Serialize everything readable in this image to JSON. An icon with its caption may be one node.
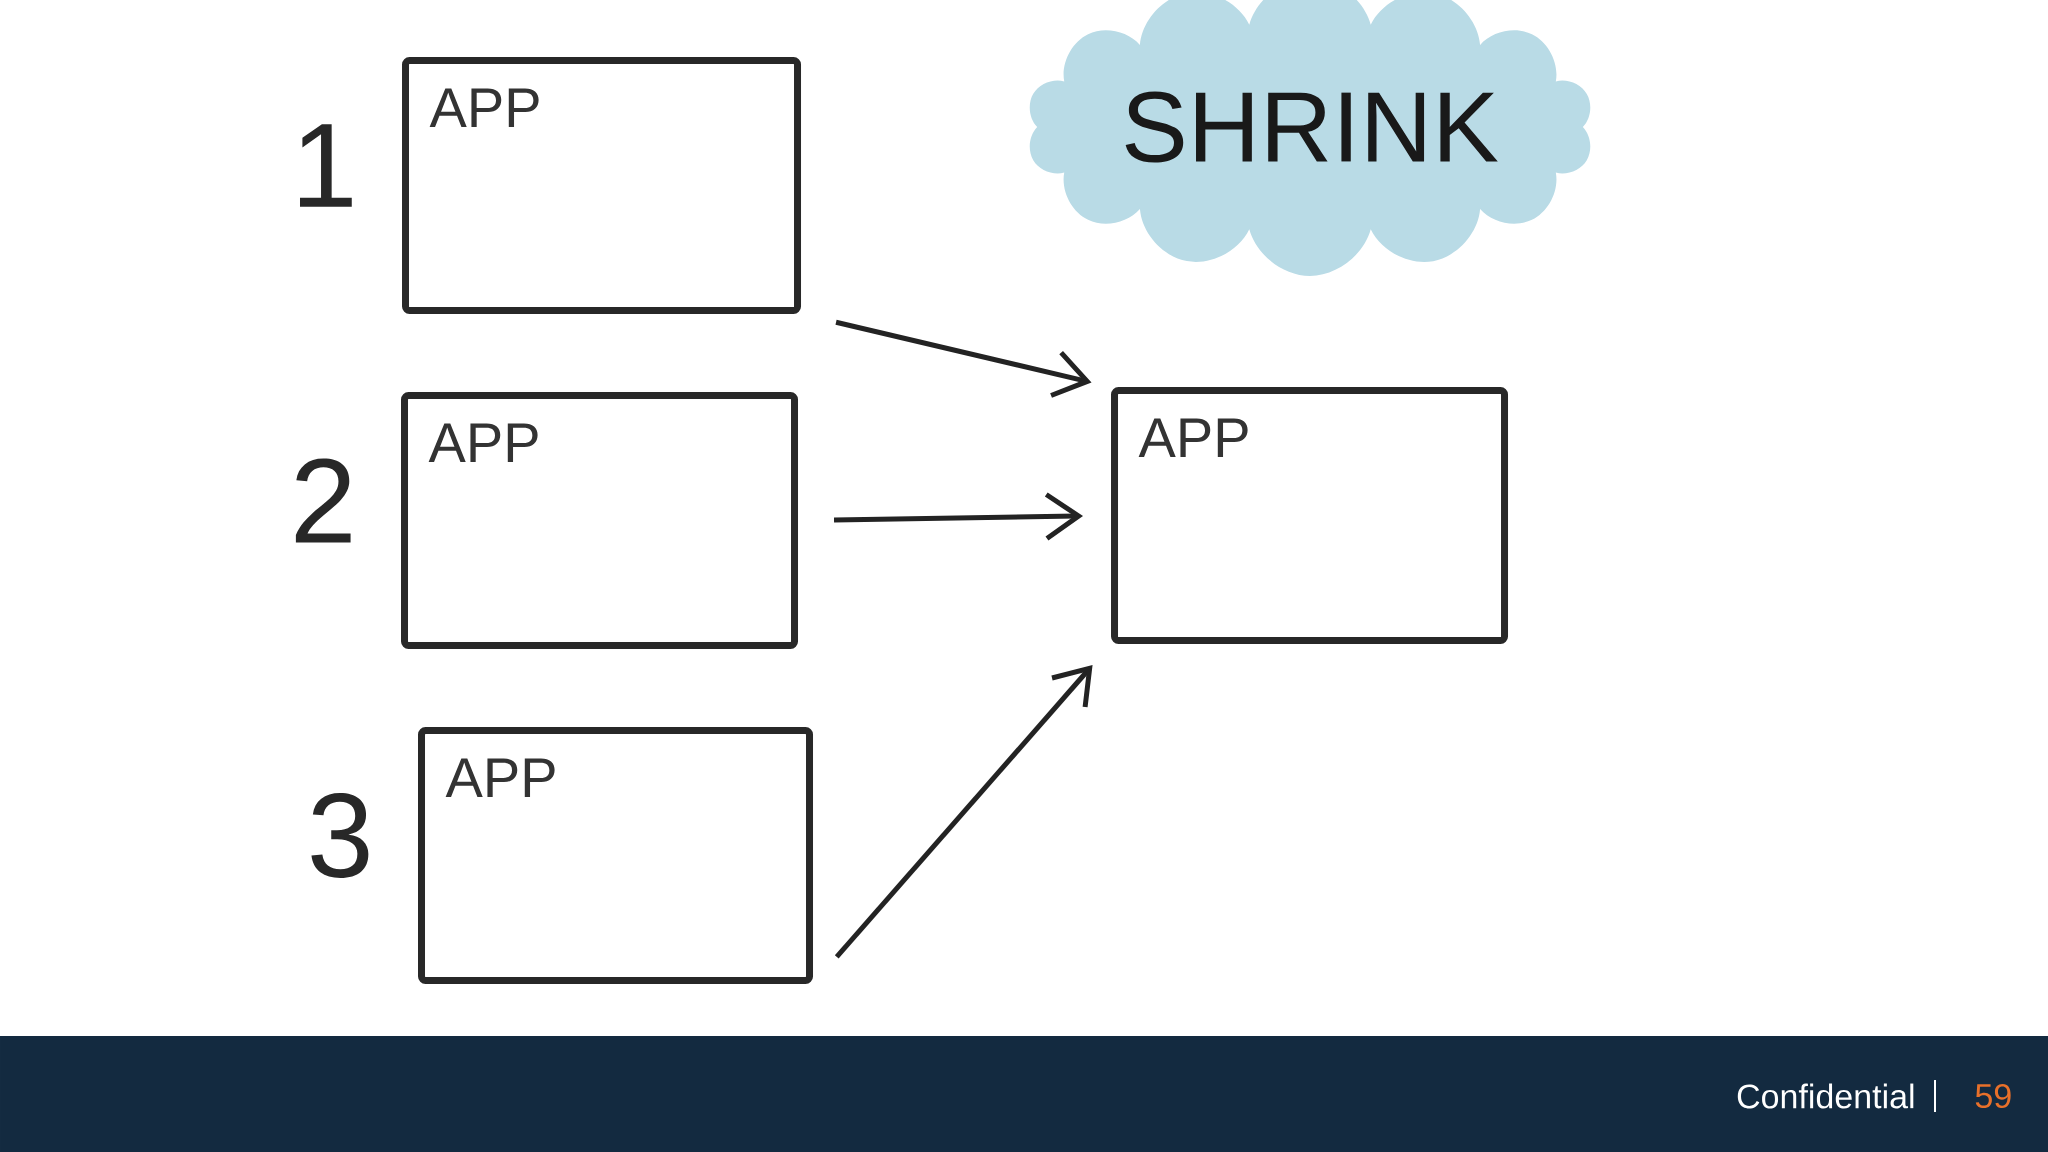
{
  "diagram": {
    "nodes": [
      {
        "text": [
          "APP"
        ],
        "beside": [
          "1"
        ]
      },
      {
        "text": [
          "APP"
        ],
        "beside": [
          "2"
        ]
      },
      {
        "text": [
          "APP"
        ],
        "beside": [
          "3"
        ]
      },
      {
        "text": [
          "APP"
        ]
      },
      {
        "text": [
          "SHRINK"
        ]
      }
    ],
    "edges": [
      {
        "from": 0,
        "to": 3,
        "arrow": "to"
      },
      {
        "from": 1,
        "to": 3,
        "arrow": "to"
      },
      {
        "from": 2,
        "to": 3,
        "arrow": "to"
      }
    ],
    "labels": [
      "Confidential",
      "59"
    ]
  }
}
